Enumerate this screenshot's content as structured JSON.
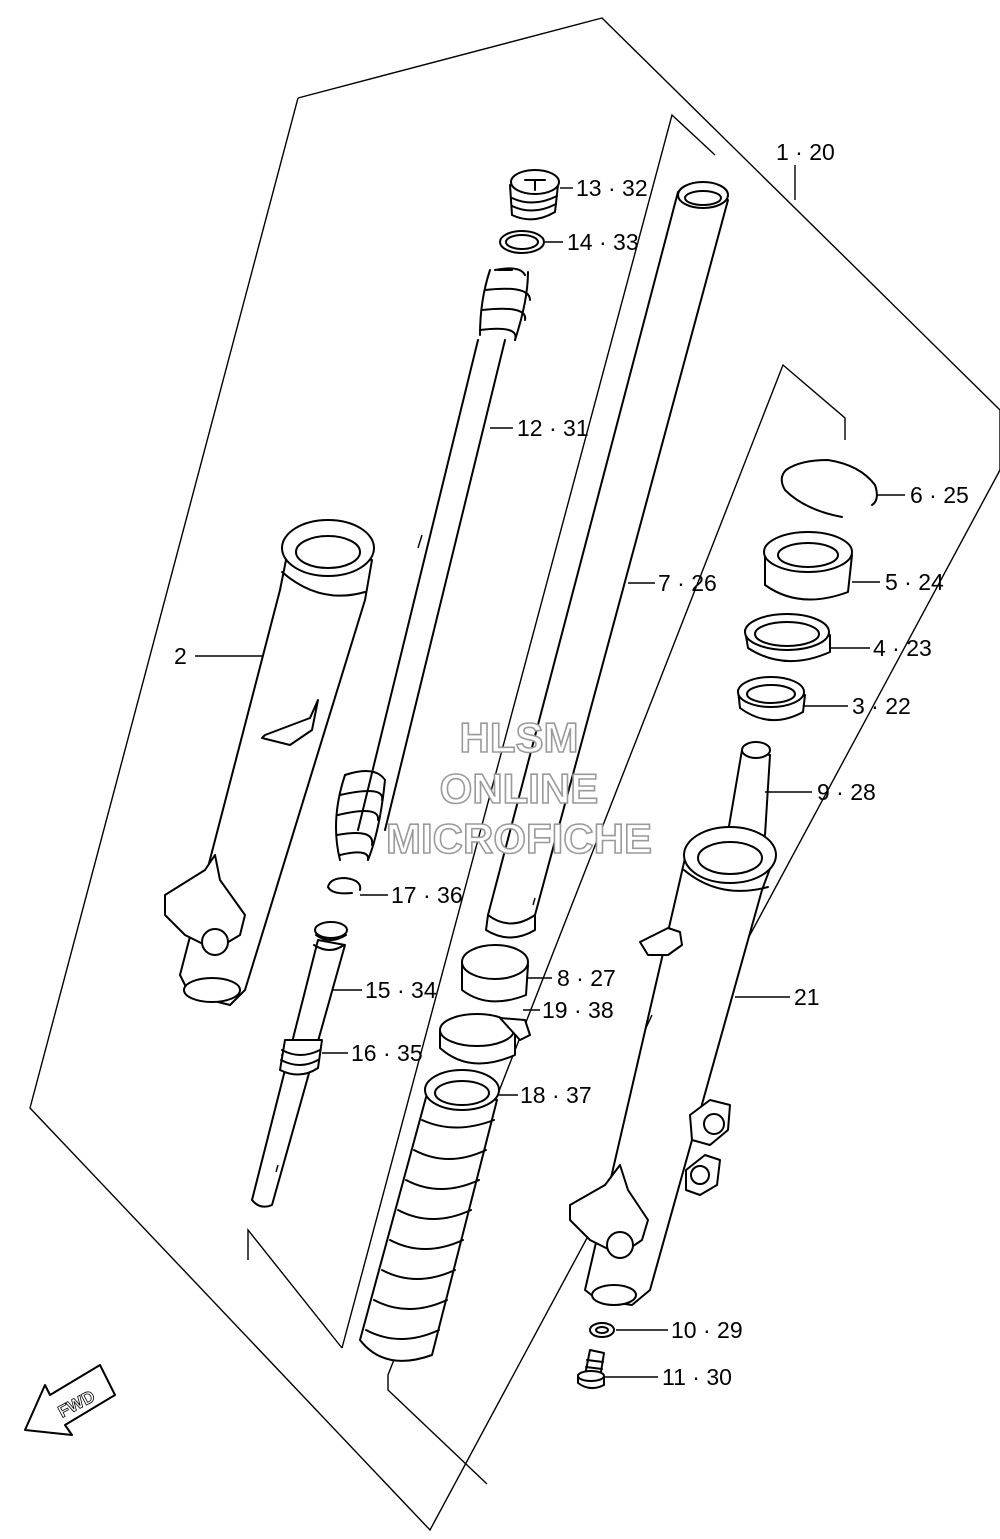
{
  "watermark": {
    "line1": "HLSM",
    "line2": "ONLINE",
    "line3": "MICROFICHE"
  },
  "direction_arrow": {
    "label": "FWD"
  },
  "callouts": [
    {
      "id": "c-1-20",
      "text": "1 · 20"
    },
    {
      "id": "c-13-32",
      "text": "13 · 32"
    },
    {
      "id": "c-14-33",
      "text": "14 · 33"
    },
    {
      "id": "c-12-31",
      "text": "12 · 31"
    },
    {
      "id": "c-6-25",
      "text": "6 · 25"
    },
    {
      "id": "c-7-26",
      "text": "7 · 26"
    },
    {
      "id": "c-5-24",
      "text": "5 · 24"
    },
    {
      "id": "c-2",
      "text": "2"
    },
    {
      "id": "c-4-23",
      "text": "4 · 23"
    },
    {
      "id": "c-3-22",
      "text": "3 · 22"
    },
    {
      "id": "c-9-28",
      "text": "9 · 28"
    },
    {
      "id": "c-17-36",
      "text": "17 · 36"
    },
    {
      "id": "c-8-27",
      "text": "8 · 27"
    },
    {
      "id": "c-15-34",
      "text": "15 · 34"
    },
    {
      "id": "c-21",
      "text": "21"
    },
    {
      "id": "c-19-38",
      "text": "19 · 38"
    },
    {
      "id": "c-16-35",
      "text": "16 · 35"
    },
    {
      "id": "c-18-37",
      "text": "18 · 37"
    },
    {
      "id": "c-10-29",
      "text": "10 · 29"
    },
    {
      "id": "c-11-30",
      "text": "11 · 30"
    }
  ]
}
